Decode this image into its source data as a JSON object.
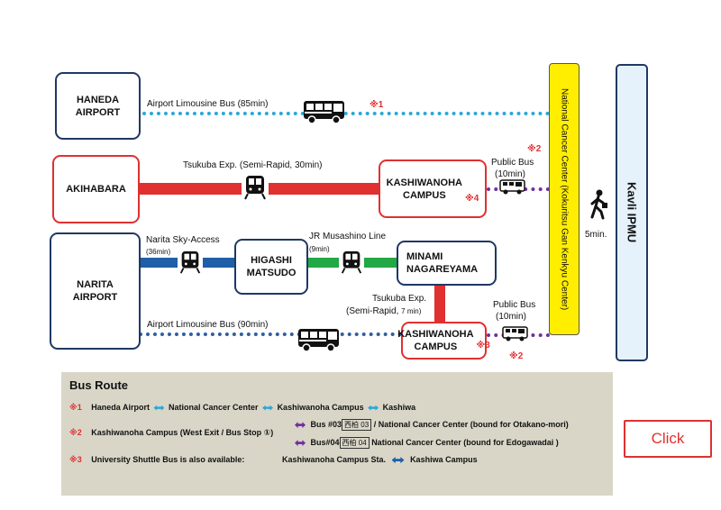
{
  "stations": {
    "haneda": "HANEDA\nAIRPORT",
    "akihabara": "AKIHABARA",
    "narita": "NARITA\nAIRPORT",
    "higashi": "HIGASHI\nMATSUDO",
    "minami": "MINAMI\nNAGAREYAMA",
    "kashiwanoha1": "KASHIWANOHA\nCAMPUS",
    "kashiwanoha1_mark": "※4",
    "kashiwanoha2": "KASHIWANOHA\nCAMPUS",
    "kashiwanoha2_mark": "※3"
  },
  "routes": {
    "haneda_bus": "Airport Limousine Bus (85min)",
    "tsukuba_semi": "Tsukuba Exp. (Semi-Rapid, 30min)",
    "narita_sky": "Narita Sky-Access",
    "narita_sky_time": "(36min)",
    "musashino": "JR Musashino Line",
    "musashino_time": "(9min)",
    "tsukuba2_line1": "Tsukuba Exp.",
    "tsukuba2_line2": "(Semi-Rapid,",
    "tsukuba2_time": "7 min)",
    "narita_bus": "Airport Limousine Bus (90min)",
    "public_bus1": "Public Bus",
    "public_bus1_time": "(10min)",
    "public_bus2": "Public Bus",
    "public_bus2_time": "(10min)",
    "walk": "5min."
  },
  "marks": {
    "m1": "※1",
    "m2a": "※2",
    "m2b": "※2"
  },
  "ncc_label": "National Cancer Center (Kokuritsu Gan Kenkyu Center)",
  "kavli_label": "Kavli IPMU",
  "legend": {
    "title": "Bus Route",
    "r1_mark": "※1",
    "r1_a": "Haneda Airport",
    "r1_b": "National Cancer Center",
    "r1_c": "Kashiwanoha Campus",
    "r1_d": "Kashiwa",
    "r2_mark": "※2",
    "r2_text": "Kashiwanoha Campus (West Exit / Bus Stop ①)",
    "r2_bus1_pre": "Bus #03",
    "r2_bus1_sign": "西柏 03",
    "r2_bus1_post": "/ National Cancer Center (bound for Otakano-mori)",
    "r2_bus2_pre": "Bus#04",
    "r2_bus2_sign": "西柏 04",
    "r2_bus2_post": "National Cancer Center (bound for Edogawadai )",
    "r3_mark": "※3",
    "r3_text": "University Shuttle Bus is also available:",
    "r3_a": "Kashiwanoha Campus Sta.",
    "r3_b": "Kashiwa Campus"
  },
  "click_label": "Click",
  "icons": [
    "bus-icon",
    "train-icon",
    "walking-person-icon"
  ],
  "colors": {
    "navy": "#1f3864",
    "red": "#e03030",
    "cyan": "#2aa8d8",
    "blue_line": "#1f5fa8",
    "green_line": "#22a844",
    "purple": "#7030a0",
    "yellow": "#ffee00",
    "light_blue": "#e6f2fb",
    "legend_bg": "#d9d6c8"
  }
}
